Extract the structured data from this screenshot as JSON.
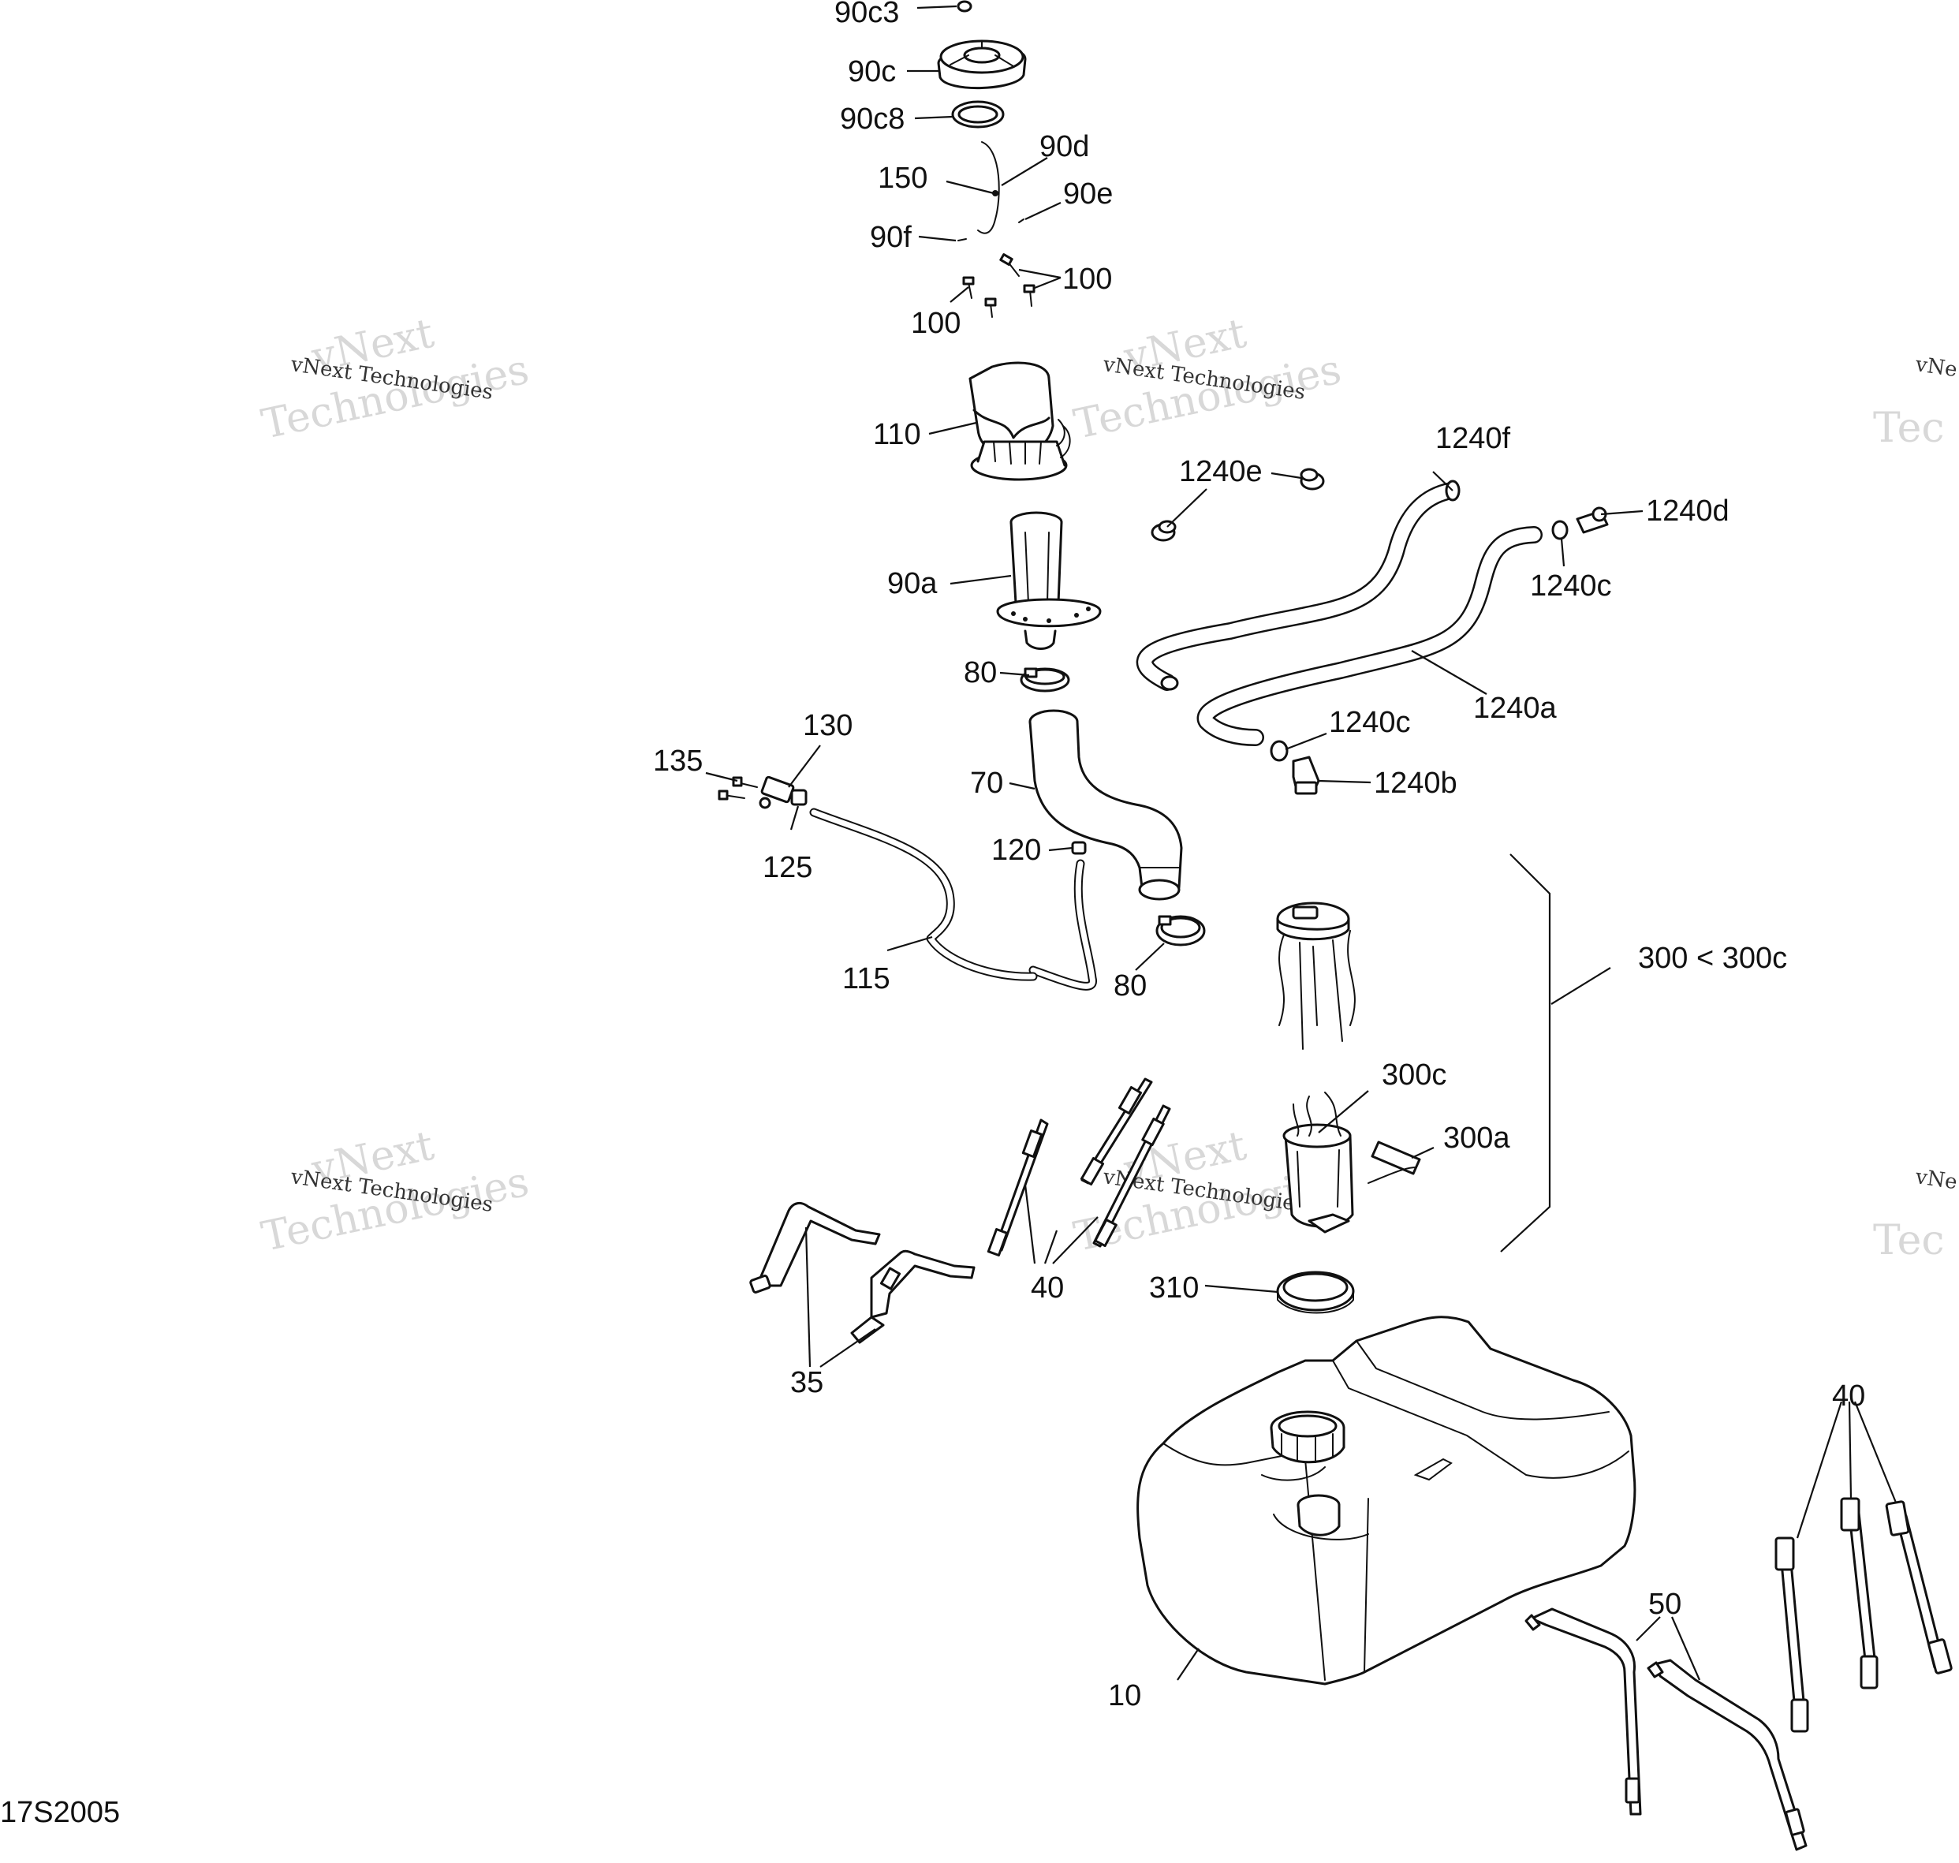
{
  "diagram_code": "17S2005",
  "watermark": {
    "line1": "vNext",
    "line2": "Technologies",
    "small": "vNext Technologies",
    "edge_partial": "vNe",
    "edge_partial2": "Tec"
  },
  "callouts": {
    "c_90c3": "90c3",
    "c_90c": "90c",
    "c_90c8": "90c8",
    "c_90d": "90d",
    "c_150": "150",
    "c_90e": "90e",
    "c_90f": "90f",
    "c_100a": "100",
    "c_100b": "100",
    "c_110": "110",
    "c_1240e": "1240e",
    "c_1240f": "1240f",
    "c_1240d": "1240d",
    "c_1240c_top": "1240c",
    "c_90a": "90a",
    "c_80_top": "80",
    "c_1240a": "1240a",
    "c_130": "130",
    "c_135": "135",
    "c_1240c_mid": "1240c",
    "c_1240b": "1240b",
    "c_70": "70",
    "c_125": "125",
    "c_120": "120",
    "c_300_range": "300 < 300c",
    "c_115": "115",
    "c_80_bot": "80",
    "c_300c": "300c",
    "c_300a": "300a",
    "c_40_mid": "40",
    "c_310": "310",
    "c_35": "35",
    "c_40_right": "40",
    "c_50": "50",
    "c_10": "10"
  }
}
